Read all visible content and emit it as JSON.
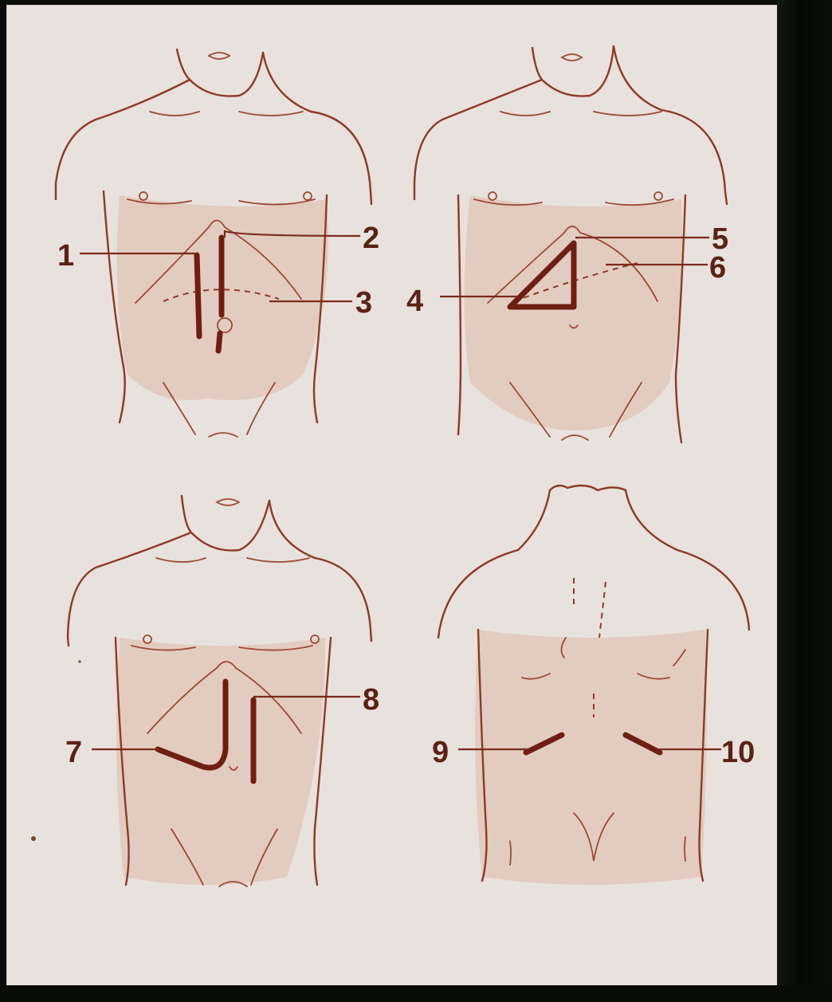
{
  "labels": {
    "n1": "1",
    "n2": "2",
    "n3": "3",
    "n4": "4",
    "n5": "5",
    "n6": "6",
    "n7": "7",
    "n8": "8",
    "n9": "9",
    "n10": "10"
  },
  "colors": {
    "ink": "#8c3a2a",
    "incision": "#6e1e14",
    "paper": "#e9e1dc",
    "background": "#0a0d08"
  }
}
